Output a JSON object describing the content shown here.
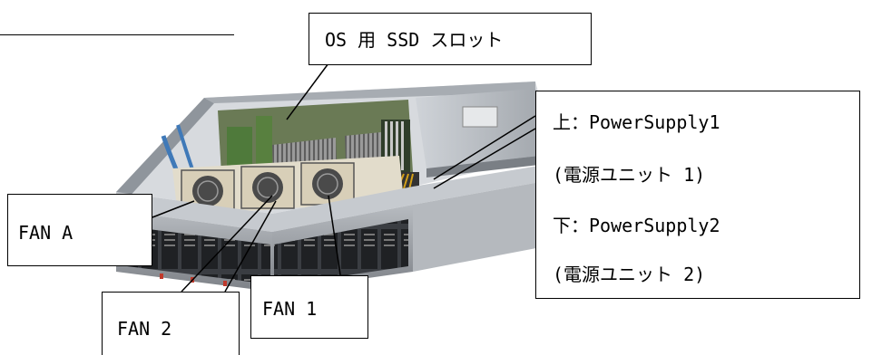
{
  "labels": {
    "ssd_slot": "OS 用 SSD スロット",
    "power_supply": {
      "line1": "上：PowerSupply1",
      "line2": "(電源ユニット 1)",
      "line3": "下：PowerSupply2",
      "line4": "(電源ユニット 2)"
    },
    "fan_a": "FAN A",
    "fan_2": "FAN 2",
    "fan_1": "FAN 1"
  },
  "colors": {
    "callout_border": "#000000",
    "chassis_metal": "#b9bdc2",
    "chassis_dark": "#3a3d42",
    "fan_frame": "#d8cfb8",
    "heatsink": "#8f8f8f",
    "pcb_green": "#4f7a3b",
    "cable_blue": "#3f79b8",
    "drive_tray": "#2d2f33"
  }
}
